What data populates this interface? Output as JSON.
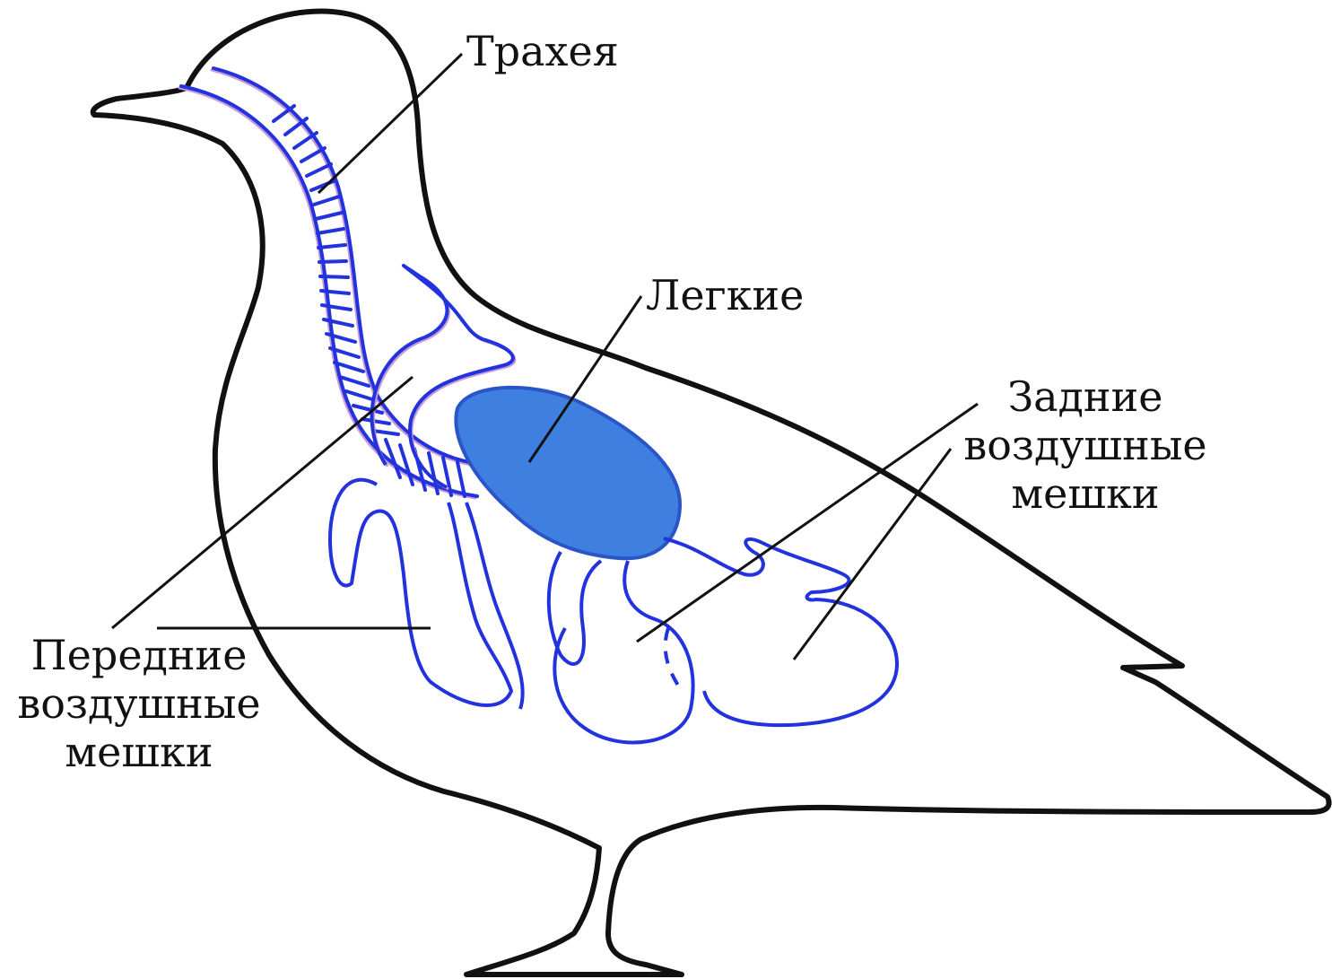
{
  "diagram": {
    "labels": {
      "trachea": "Трахея",
      "lungs": "Легкие",
      "rear_sacs": [
        "Задние",
        "воздушные",
        "мешки"
      ],
      "front_sacs": [
        "Передние",
        "воздушные",
        "мешки"
      ]
    },
    "colors": {
      "outline": "#111111",
      "airway": "#2233dd",
      "airway_halo": "#c79ad8",
      "lung_fill": "#3f7fe0",
      "leader": "#111111",
      "background": "#ffffff"
    }
  }
}
